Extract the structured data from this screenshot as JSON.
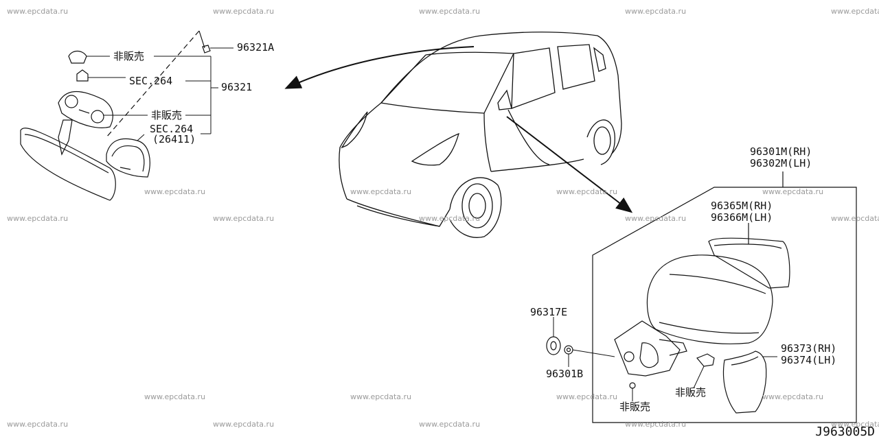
{
  "watermark": "www.epcdata.ru",
  "diagram_code": "J963005D",
  "labels": {
    "p96321A": "96321A",
    "not_for_sale_1": "非販売",
    "sec264_1": "SEC.264",
    "p96321": "96321",
    "not_for_sale_2": "非販売",
    "sec264_2": "SEC.264",
    "sec264_2_sub": "(26411)",
    "p96301M": "96301M(RH)",
    "p96302M": "96302M(LH)",
    "p96365M": "96365M(RH)",
    "p96366M": "96366M(LH)",
    "p96317E": "96317E",
    "p96373": "96373(RH)",
    "p96374": "96374(LH)",
    "p96301B": "96301B",
    "not_for_sale_3": "非販売",
    "not_for_sale_4": "非販売"
  },
  "colors": {
    "line": "#111111",
    "watermark": "#9a9a9a",
    "background": "#ffffff"
  }
}
